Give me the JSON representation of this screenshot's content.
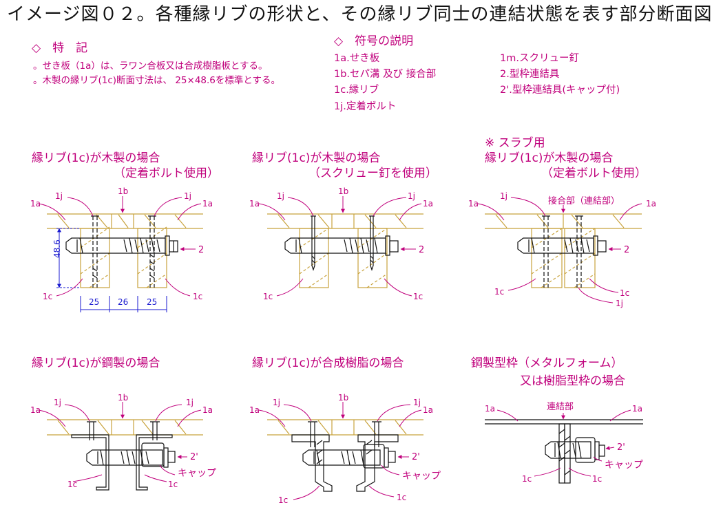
{
  "title": "イメージ図０２。各種縁リブの形状と、その縁リブ同士の連結状態を表す部分断面図",
  "notes": {
    "heading": "◇　特　記",
    "lines": [
      "。せき板（1a）は、ラワン合板又は合成樹脂板とする。",
      "。木製の縁リブ(1c)断面寸法は、 25×48.6を標準とする。"
    ]
  },
  "legend": {
    "heading": "◇　符号の説明",
    "col1": [
      "1a.せき板",
      "1b.セパ溝 及び 接合部",
      "1c.縁リブ",
      "1j.定着ボルト"
    ],
    "col2": [
      "1m.スクリュー釘",
      "2.型枠連結具",
      "2'.型枠連結具(キャップ付)"
    ]
  },
  "panels": {
    "p1": {
      "title1": "縁リブ(1c)が木製の場合",
      "title2": "（定着ボルト使用）"
    },
    "p2": {
      "title1": "縁リブ(1c)が木製の場合",
      "title2": "（スクリュー釘を使用）"
    },
    "p3": {
      "pre": "※ スラブ用",
      "title1": "縁リブ(1c)が木製の場合",
      "title2": "（定着ボルト使用）"
    },
    "p4": {
      "title1": "縁リブ(1c)が鋼製の場合"
    },
    "p5": {
      "title1": "縁リブ(1c)が合成樹脂の場合"
    },
    "p6": {
      "title1": "鋼製型枠（メタルフォーム）",
      "title2": "又は樹脂型枠の場合"
    }
  },
  "labels": {
    "1a": "1a",
    "1b": "1b",
    "1c": "1c",
    "1j": "1j",
    "2": "2",
    "2p": "2'",
    "cap": "キャップ",
    "joint": "接合部（連結部）",
    "renketsu": "連結部"
  },
  "dimensions": {
    "height": "48.6",
    "w1": "25",
    "w2": "26",
    "w3": "25"
  },
  "colors": {
    "label": "#c0007c",
    "wood": "#c8a23c",
    "dimension": "#1a1ad0",
    "line": "#111111"
  }
}
